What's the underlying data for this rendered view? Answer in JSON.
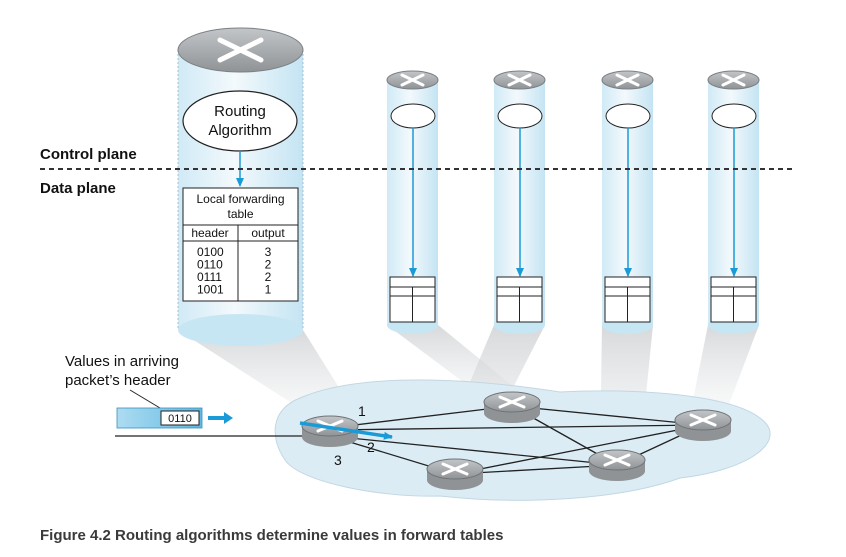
{
  "labels": {
    "control_plane": "Control plane",
    "data_plane": "Data plane",
    "routing_algorithm_line1": "Routing",
    "routing_algorithm_line2": "Algorithm",
    "arriving_line1": "Values in arriving",
    "arriving_line2": "packet’s header"
  },
  "forwarding_table": {
    "title_line1": "Local forwarding",
    "title_line2": "table",
    "col_header": "header",
    "col_output": "output",
    "rows": [
      {
        "header": "0100",
        "output": "3"
      },
      {
        "header": "0110",
        "output": "2"
      },
      {
        "header": "0111",
        "output": "2"
      },
      {
        "header": "1001",
        "output": "1"
      }
    ]
  },
  "packet": {
    "header_value": "0110"
  },
  "links": {
    "port1": "1",
    "port2": "2",
    "port3": "3"
  },
  "caption": "Figure 4.2 Routing algorithms determine values in forward tables",
  "colors": {
    "cylinder_light": "#eef6fb",
    "cylinder_mid": "#c6e6f4",
    "arrow": "#1a9bd7",
    "network_bg": "#dcecf5",
    "router_gray": "#a7aaad"
  },
  "icons": [
    "router-icon",
    "arrow-right-icon"
  ]
}
